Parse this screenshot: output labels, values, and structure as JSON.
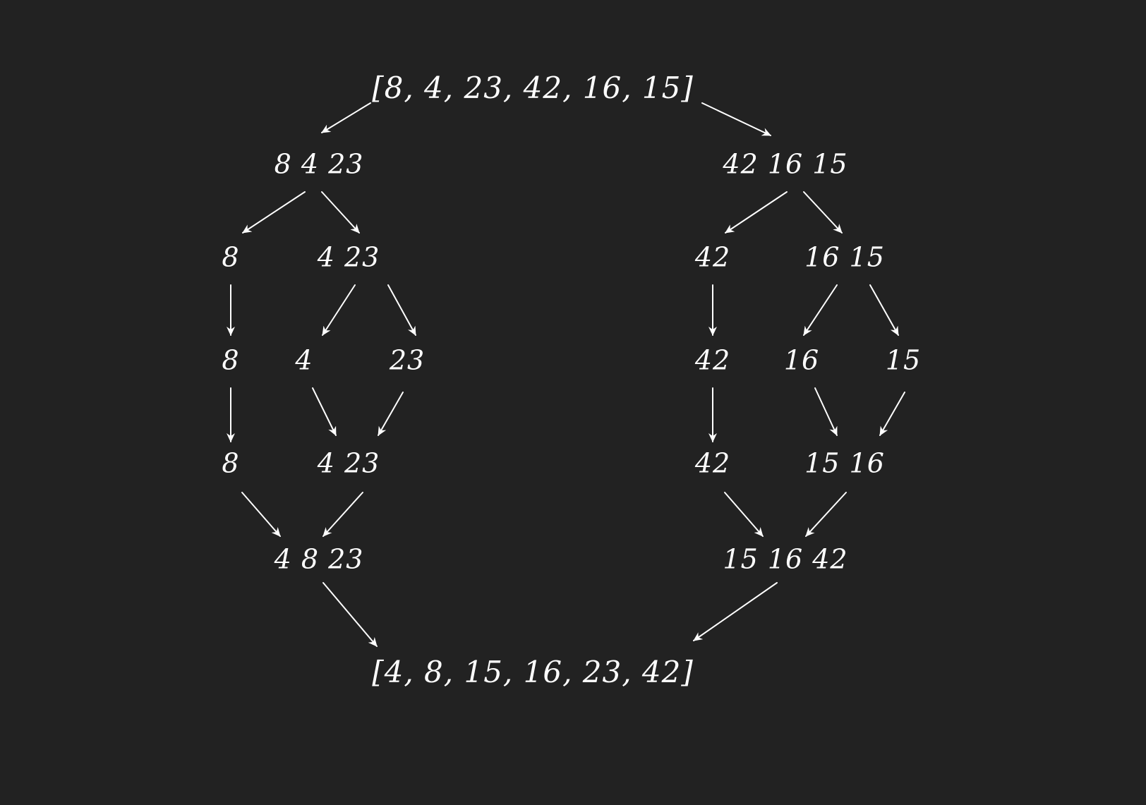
{
  "nodes": [
    {
      "id": "root",
      "label": "[8, 4, 23, 42, 16, 15]",
      "big": true
    },
    {
      "id": "L1",
      "label": "8 4 23"
    },
    {
      "id": "R1",
      "label": "42 16 15"
    },
    {
      "id": "L2a",
      "label": "8"
    },
    {
      "id": "L2b",
      "label": "4 23"
    },
    {
      "id": "R2a",
      "label": "42"
    },
    {
      "id": "R2b",
      "label": "16 15"
    },
    {
      "id": "L3a",
      "label": "8"
    },
    {
      "id": "L3b",
      "label": "4"
    },
    {
      "id": "L3c",
      "label": "23"
    },
    {
      "id": "R3a",
      "label": "42"
    },
    {
      "id": "R3b",
      "label": "16"
    },
    {
      "id": "R3c",
      "label": "15"
    },
    {
      "id": "L4a",
      "label": "8"
    },
    {
      "id": "L4b",
      "label": "4 23"
    },
    {
      "id": "R4a",
      "label": "42"
    },
    {
      "id": "R4b",
      "label": "15 16"
    },
    {
      "id": "L5",
      "label": "4 8 23"
    },
    {
      "id": "R5",
      "label": "15 16 42"
    },
    {
      "id": "result",
      "label": "[4, 8, 15, 16, 23, 42]",
      "big": true
    }
  ],
  "edges": [
    [
      "root",
      "L1"
    ],
    [
      "root",
      "R1"
    ],
    [
      "L1",
      "L2a"
    ],
    [
      "L1",
      "L2b"
    ],
    [
      "R1",
      "R2a"
    ],
    [
      "R1",
      "R2b"
    ],
    [
      "L2a",
      "L3a"
    ],
    [
      "L2b",
      "L3b"
    ],
    [
      "L2b",
      "L3c"
    ],
    [
      "R2a",
      "R3a"
    ],
    [
      "R2b",
      "R3b"
    ],
    [
      "R2b",
      "R3c"
    ],
    [
      "L3a",
      "L4a"
    ],
    [
      "L3b",
      "L4b"
    ],
    [
      "L3c",
      "L4b"
    ],
    [
      "R3a",
      "R4a"
    ],
    [
      "R3b",
      "R4b"
    ],
    [
      "R3c",
      "R4b"
    ],
    [
      "L4a",
      "L5"
    ],
    [
      "L4b",
      "L5"
    ],
    [
      "R4a",
      "R5"
    ],
    [
      "R4b",
      "R5"
    ],
    [
      "L5",
      "result"
    ],
    [
      "R5",
      "result"
    ]
  ],
  "colors": {
    "background": "#222222",
    "foreground": "#ffffff"
  }
}
